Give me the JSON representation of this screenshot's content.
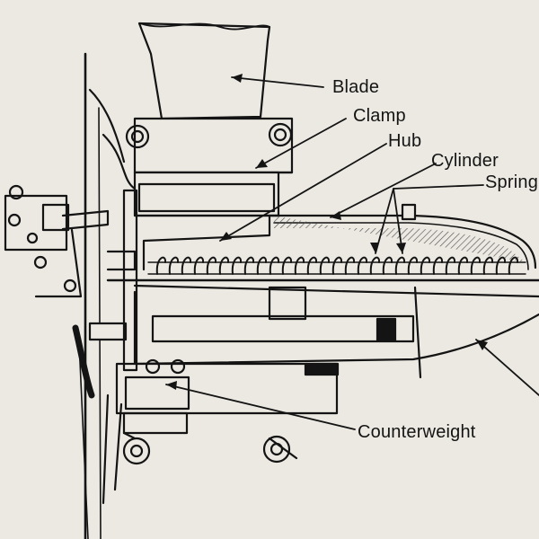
{
  "labels": {
    "blade": "Blade",
    "clamp": "Clamp",
    "hub": "Hub",
    "cylinder": "Cylinder",
    "spring": "Spring",
    "counterweight": "Counterweight"
  },
  "colors": {
    "paper": "#ece9e2",
    "ink": "#141414",
    "hatch": "#777777"
  }
}
